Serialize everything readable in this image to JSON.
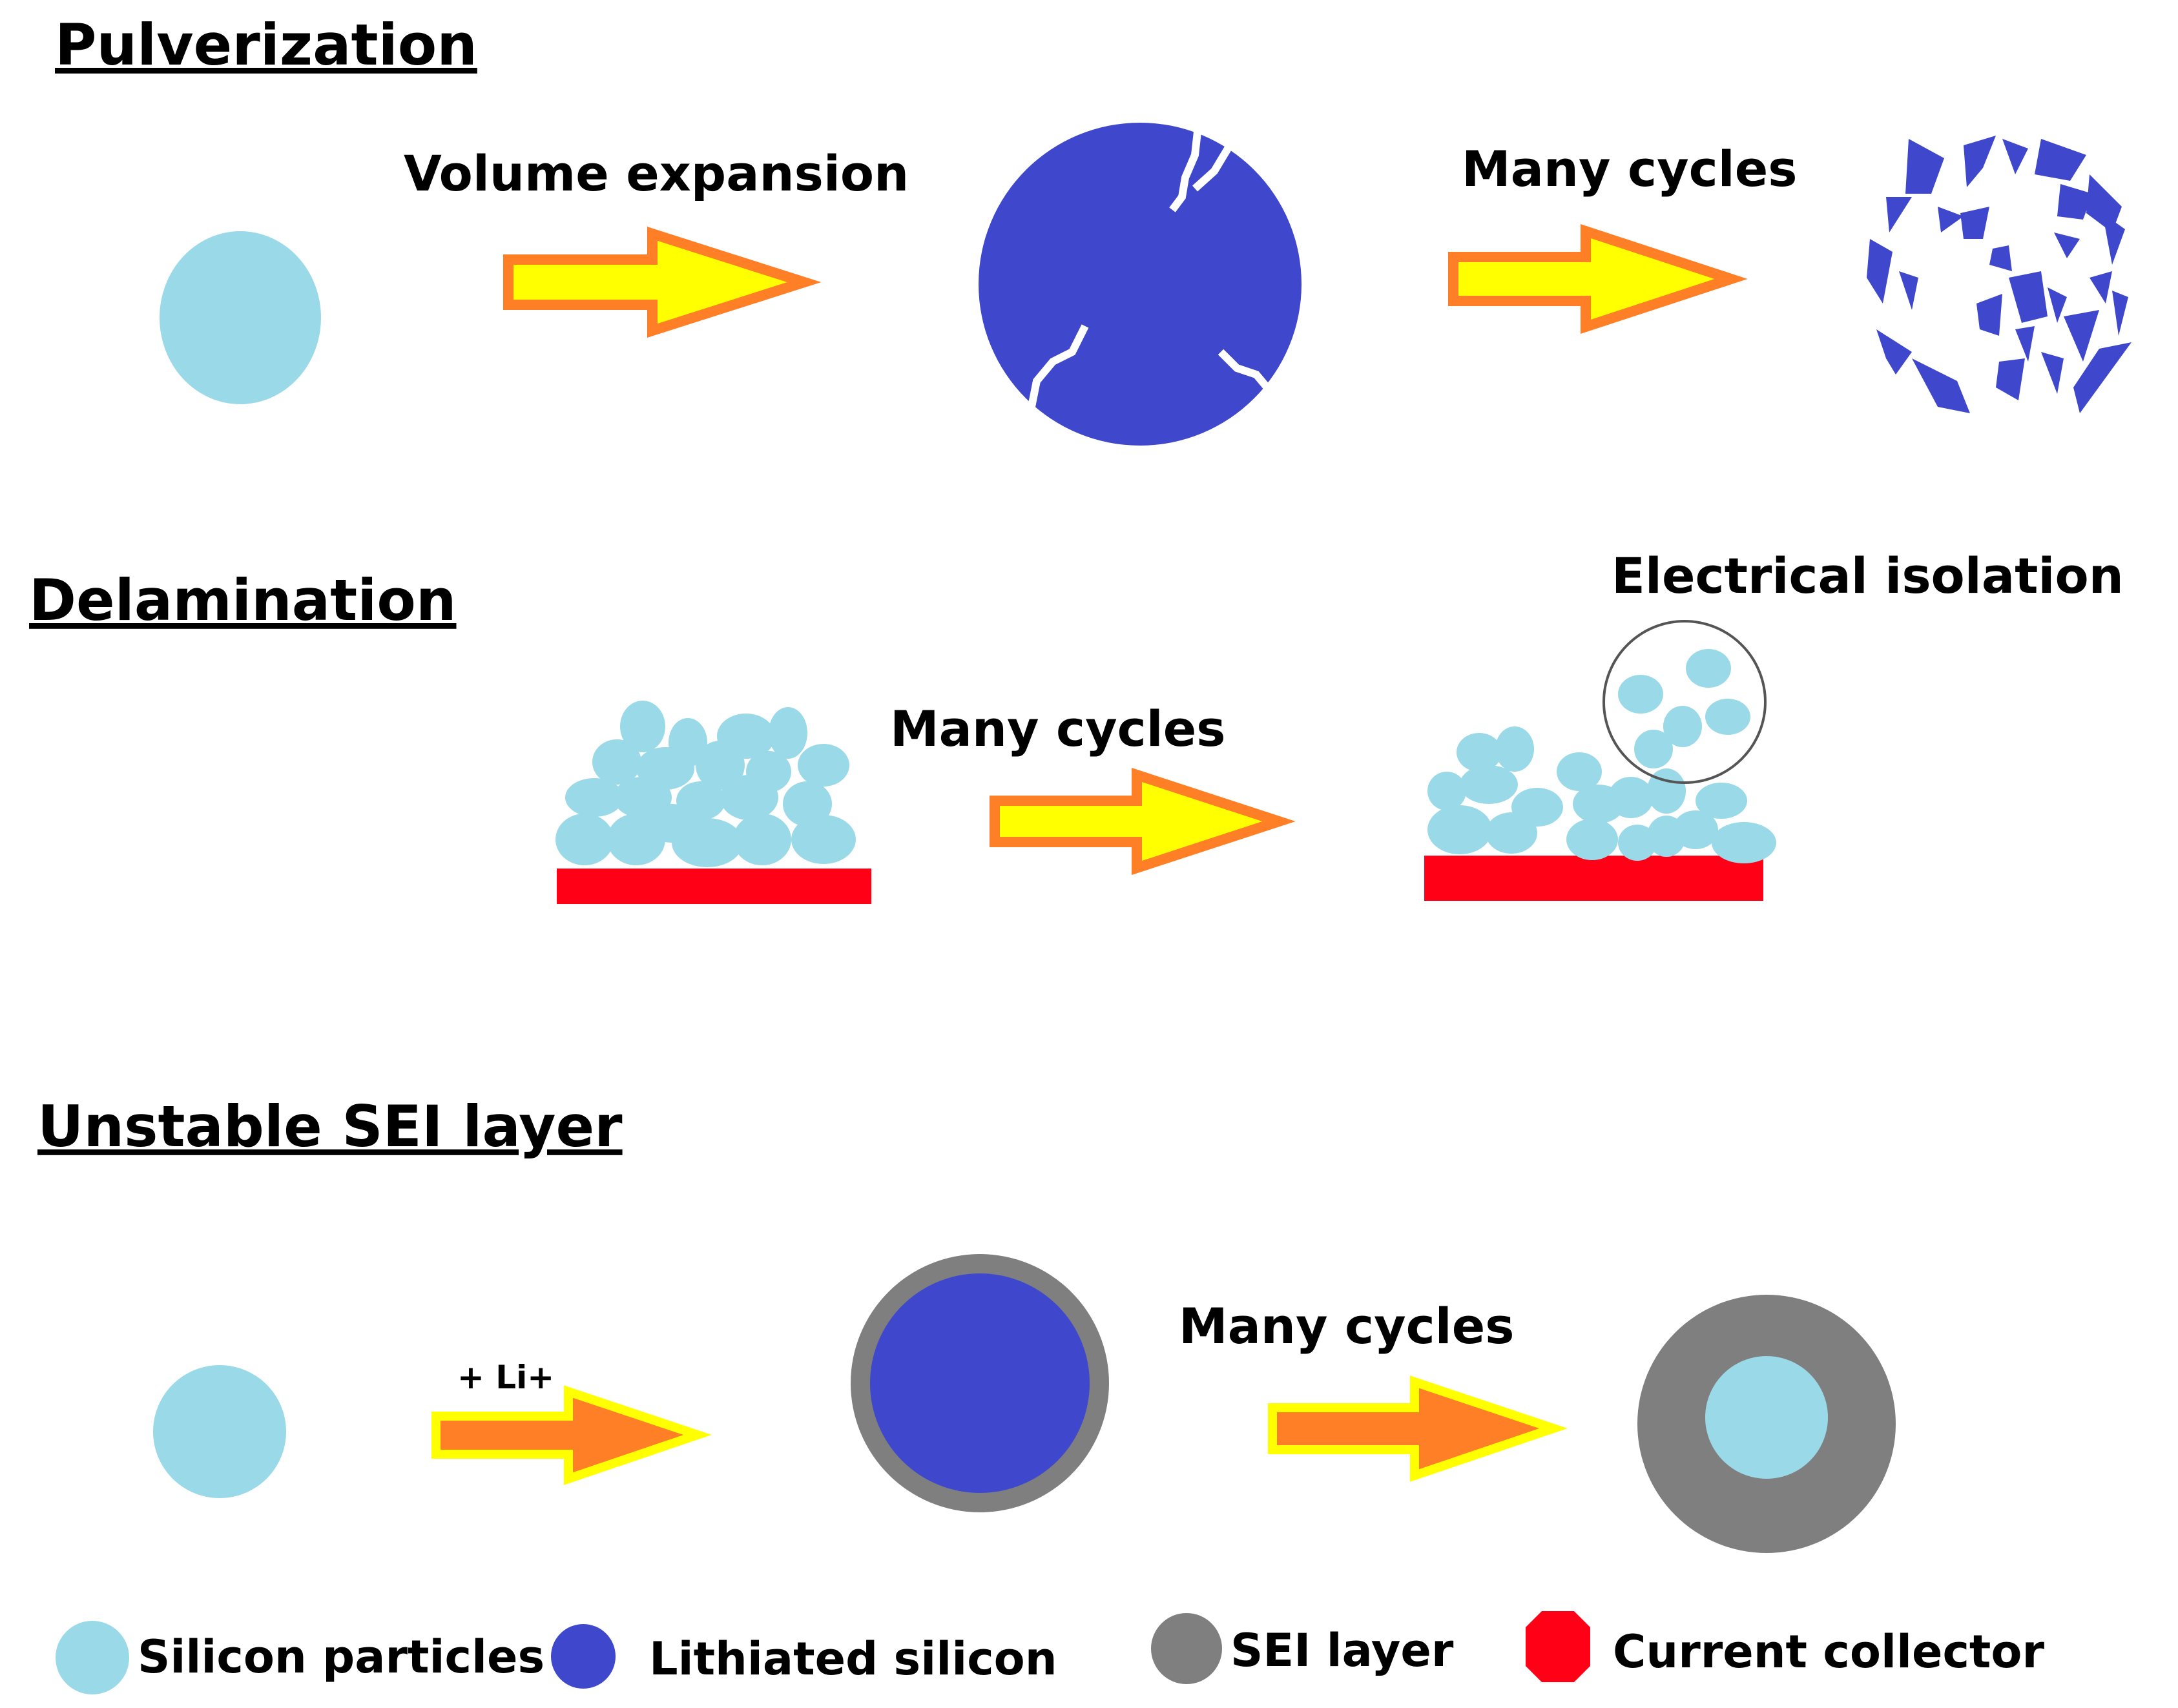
{
  "sections": {
    "pulverization": {
      "title": "Pulverization",
      "step1_label": "Volume expansion",
      "step2_label": "Many cycles"
    },
    "delamination": {
      "title": "Delamination",
      "step_label": "Many cycles",
      "isolation_label": "Electrical isolation"
    },
    "sei": {
      "title": "Unstable SEI layer",
      "step1_label": "+ Li+",
      "step2_label": "Many cycles"
    }
  },
  "legend": [
    {
      "label": "Silicon particles",
      "icon": "silicon-particle-icon",
      "color": "#9ad9e8"
    },
    {
      "label": "Lithiated silicon",
      "icon": "lithiated-silicon-icon",
      "color": "#3f48cc"
    },
    {
      "label": "SEI layer",
      "icon": "sei-layer-icon",
      "color": "#7f7f7f"
    },
    {
      "label": "Current collector",
      "icon": "current-collector-icon",
      "color": "#ff0016"
    }
  ],
  "colors": {
    "silicon": "#9ad9e8",
    "lithiated": "#3f48cc",
    "sei": "#7f7f7f",
    "collector": "#ff0016",
    "arrow_yellow": "#ffff00",
    "arrow_orange": "#ff7f27"
  }
}
